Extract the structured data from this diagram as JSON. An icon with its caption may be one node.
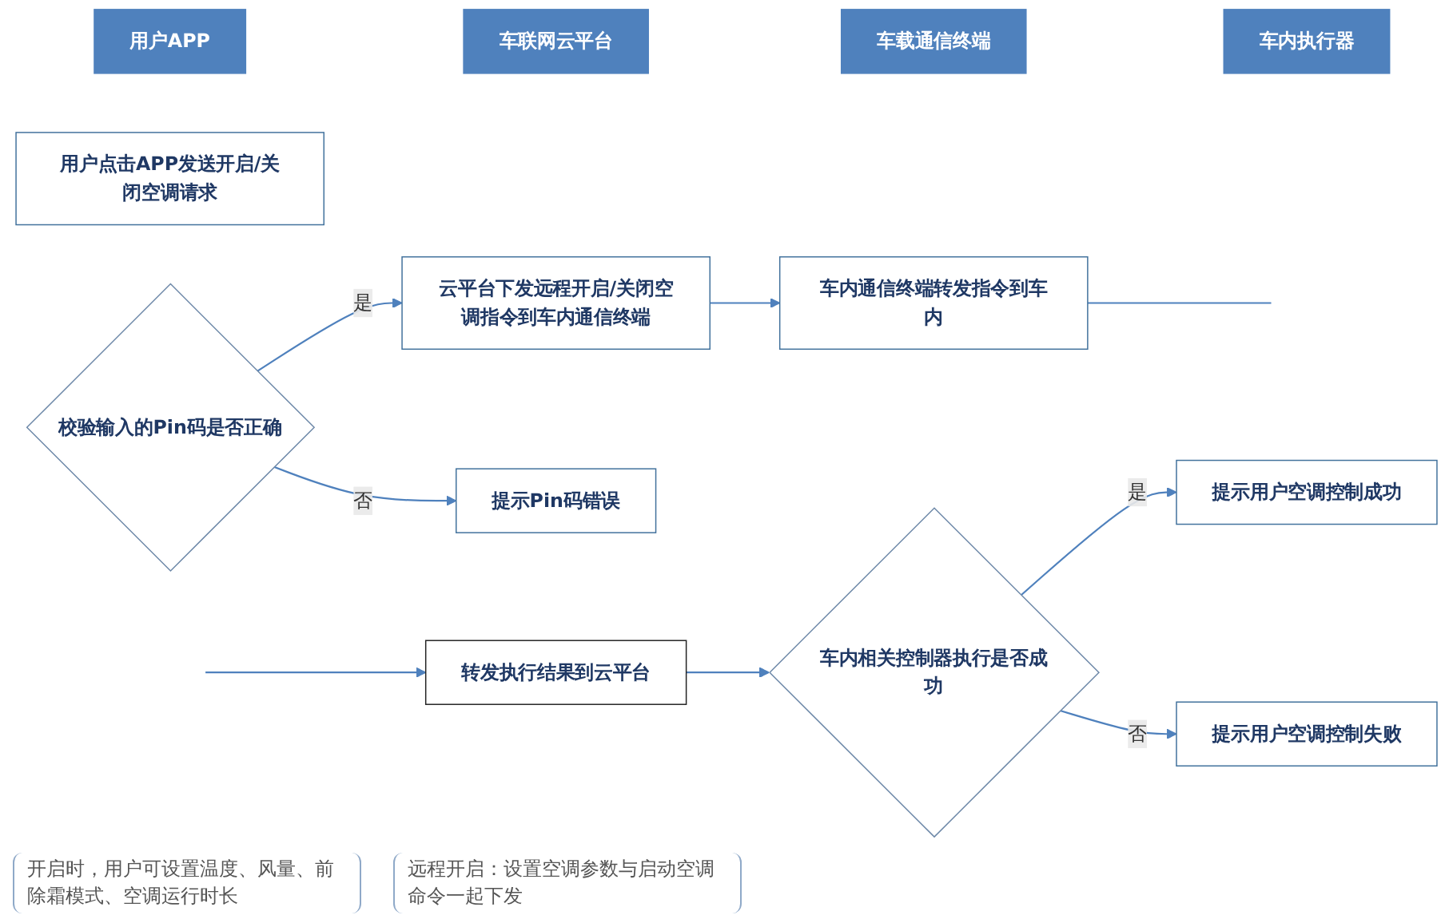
{
  "diagram": {
    "nodes": [
      {
        "text": [
          "用户APP"
        ]
      },
      {
        "text": [
          "车联网云平台"
        ]
      },
      {
        "text": [
          "车载通信终端"
        ]
      },
      {
        "text": [
          "车内执行器"
        ]
      },
      {
        "text": [
          "用户点击APP发送开启/关闭空调请求"
        ]
      },
      {
        "text": [
          "校验输入的Pin码是否正确"
        ]
      },
      {
        "text": [
          "云平台下发远程开启/关闭空调指令到车内通信终端"
        ]
      },
      {
        "text": [
          "车内通信终端转发指令到车内"
        ]
      },
      {
        "text": [
          "提示Pin码错误"
        ]
      },
      {
        "text": [
          "提示用户空调控制成功"
        ]
      },
      {
        "text": [
          "车内相关控制器执行是否成功"
        ]
      },
      {
        "text": [
          "转发执行结果到云平台"
        ]
      },
      {
        "text": [
          "提示用户空调控制失败"
        ]
      }
    ],
    "edges": [
      {
        "from": 5,
        "to": 6,
        "label": "是",
        "arrow": "to"
      },
      {
        "from": 5,
        "to": 8,
        "label": "否",
        "arrow": "to"
      },
      {
        "from": 6,
        "to": 7,
        "arrow": "to"
      },
      {
        "from": 7,
        "to": null,
        "arrow": "none"
      },
      {
        "from": null,
        "to": 11,
        "arrow": "to"
      },
      {
        "from": 11,
        "to": 10,
        "arrow": "to"
      },
      {
        "from": 10,
        "to": 9,
        "label": "是",
        "arrow": "to"
      },
      {
        "from": 10,
        "to": 12,
        "label": "否",
        "arrow": "to"
      }
    ],
    "labels": [
      "开启时，用户可设置温度、风量、前除霜模式、空调运行时长",
      "远程开启：设置空调参数与启动空调命令一起下发"
    ]
  }
}
